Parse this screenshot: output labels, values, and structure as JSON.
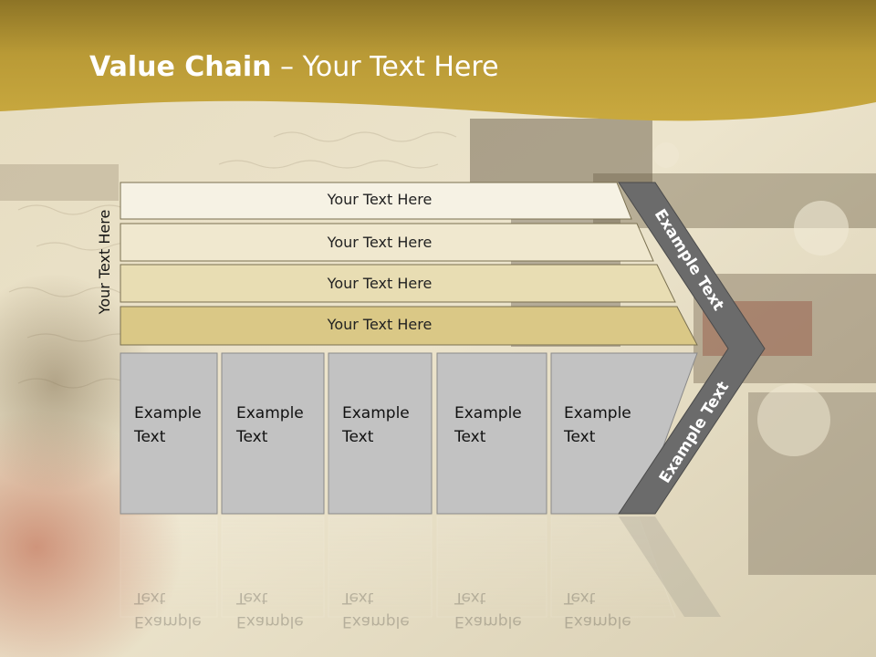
{
  "title": {
    "bold": "Value Chain",
    "rest": " – Your Text Here"
  },
  "side_label": "Your Text Here",
  "bars": [
    "Your Text Here",
    "Your Text Here",
    "Your Text Here",
    "Your Text Here"
  ],
  "boxes": [
    "Example\nText",
    "Example\nText",
    "Example\nText",
    "Example\nText",
    "Example\nText"
  ],
  "chevron": {
    "upper": "Example Text",
    "lower": "Example Text"
  },
  "colors": {
    "title_band": "#b99a36",
    "bar_fills": [
      "#f6f2e4",
      "#f0e8cf",
      "#e8ddb3",
      "#dac886"
    ],
    "box_fill": "#c2c2c2",
    "chevron_fill": "#6b6b6b"
  }
}
